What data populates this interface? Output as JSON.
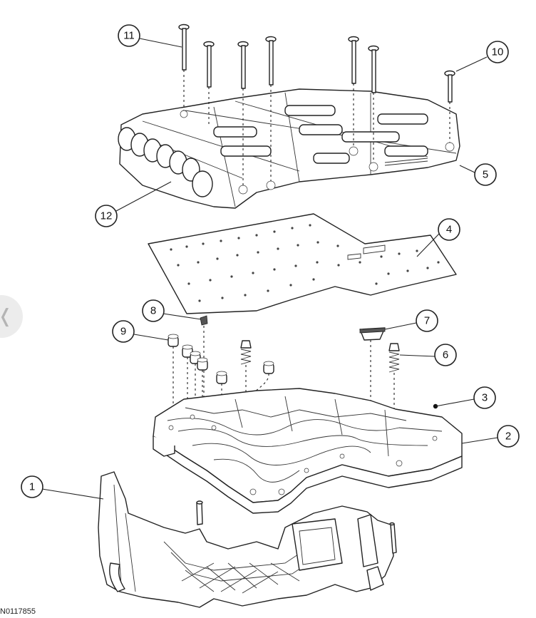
{
  "figure": {
    "reference_code": "N0117855",
    "callouts": [
      "1",
      "2",
      "3",
      "4",
      "5",
      "6",
      "7",
      "8",
      "9",
      "10",
      "11",
      "12"
    ]
  },
  "nav": {
    "previous_icon": "chevron-left-icon"
  }
}
